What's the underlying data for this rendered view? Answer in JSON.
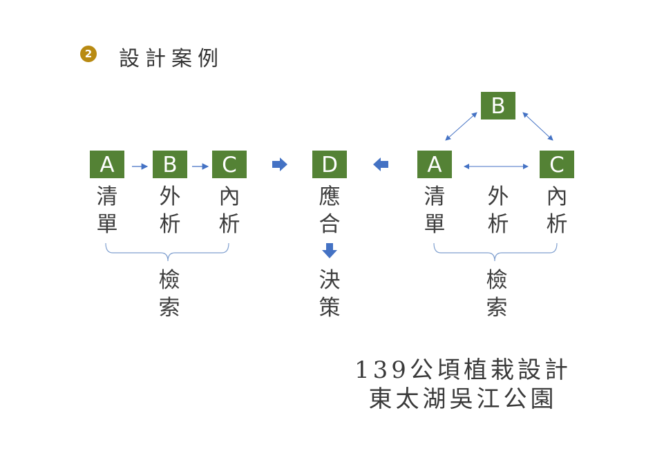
{
  "heading": {
    "number": "2",
    "title": "設計案例"
  },
  "left_group": {
    "nodes": [
      {
        "letter": "A",
        "label": "清\n單"
      },
      {
        "letter": "B",
        "label": "外\n析"
      },
      {
        "letter": "C",
        "label": "內\n析"
      }
    ],
    "brace_label": "檢\n索"
  },
  "center_node": {
    "letter": "D",
    "label": "應\n合",
    "result": "決\n策"
  },
  "right_group": {
    "nodes": [
      {
        "letter": "A",
        "label": "清\n單"
      },
      {
        "letter": "B",
        "label": "外\n析"
      },
      {
        "letter": "C",
        "label": "內\n析"
      }
    ],
    "brace_label": "檢\n索"
  },
  "caption": {
    "line1": "139公頃植栽設計",
    "line2": "東太湖吳江公園"
  },
  "colors": {
    "node_fill": "#548235",
    "connector": "#4472c4",
    "brace": "#7f9fcf",
    "bullet": "#b88a12"
  }
}
